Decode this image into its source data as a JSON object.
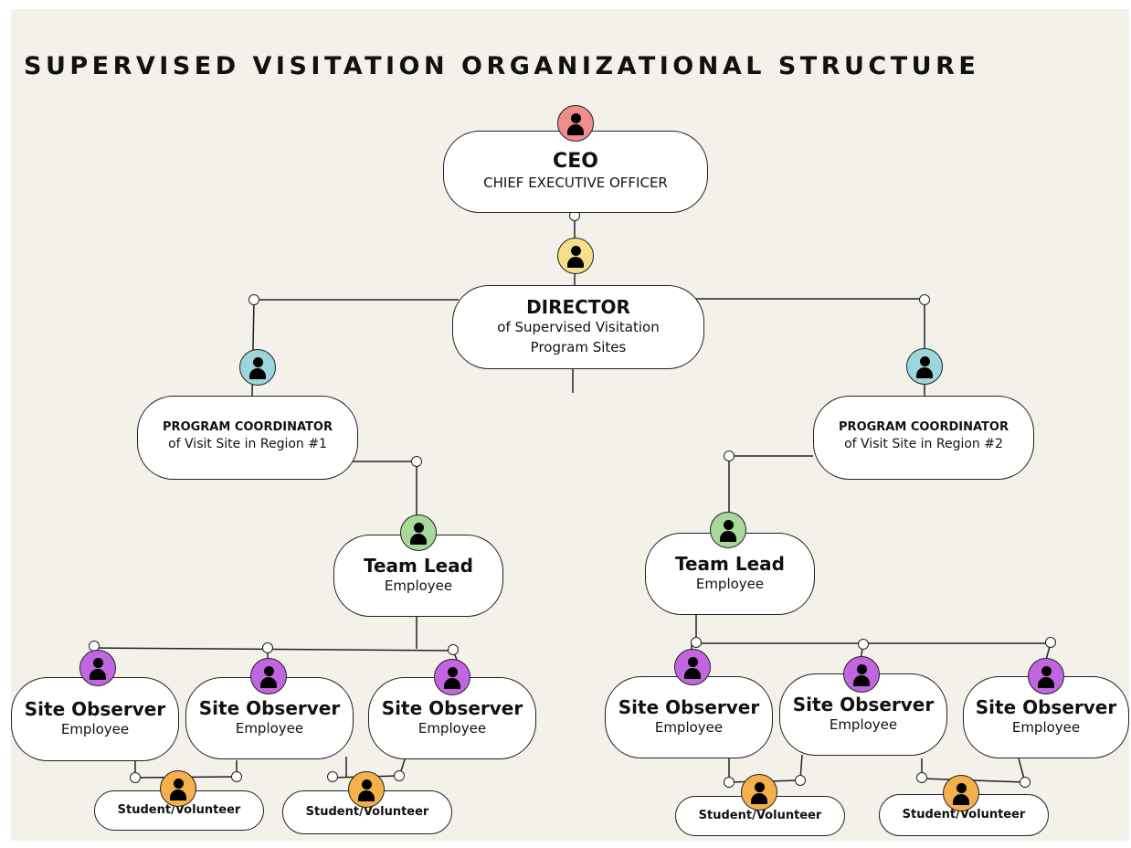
{
  "title": "SUPERVISED VISITATION ORGANIZATIONAL STRUCTURE",
  "colors": {
    "background": "#f4f0ea",
    "ceo_avatar": "#f08c8c",
    "director_avatar": "#f7df8a",
    "coordinator_avatar": "#9ad6db",
    "team_lead_avatar": "#a8d99a",
    "observer_avatar": "#c166e0",
    "volunteer_avatar": "#f5b04a"
  },
  "nodes": {
    "ceo": {
      "heading": "CEO",
      "sub": "CHIEF EXECUTIVE OFFICER"
    },
    "director": {
      "heading": "DIRECTOR",
      "sub1": "of Supervised Visitation",
      "sub2": "Program Sites"
    },
    "coordinator_1": {
      "heading": "PROGRAM COORDINATOR",
      "sub": "of Visit Site in Region #1"
    },
    "coordinator_2": {
      "heading": "PROGRAM COORDINATOR",
      "sub": "of Visit Site in Region #2"
    },
    "team_lead_1": {
      "heading": "Team Lead",
      "sub": "Employee"
    },
    "team_lead_2": {
      "heading": "Team Lead",
      "sub": "Employee"
    },
    "observers_1": [
      {
        "heading": "Site Observer",
        "sub": "Employee"
      },
      {
        "heading": "Site Observer",
        "sub": "Employee"
      },
      {
        "heading": "Site Observer",
        "sub": "Employee"
      }
    ],
    "observers_2": [
      {
        "heading": "Site Observer",
        "sub": "Employee"
      },
      {
        "heading": "Site Observer",
        "sub": "Employee"
      },
      {
        "heading": "Site Observer",
        "sub": "Employee"
      }
    ],
    "volunteers": [
      {
        "label": "Student/Volunteer"
      },
      {
        "label": "Student/Volunteer"
      },
      {
        "label": "Student/Volunteer"
      },
      {
        "label": "Student/Volunteer"
      }
    ]
  }
}
